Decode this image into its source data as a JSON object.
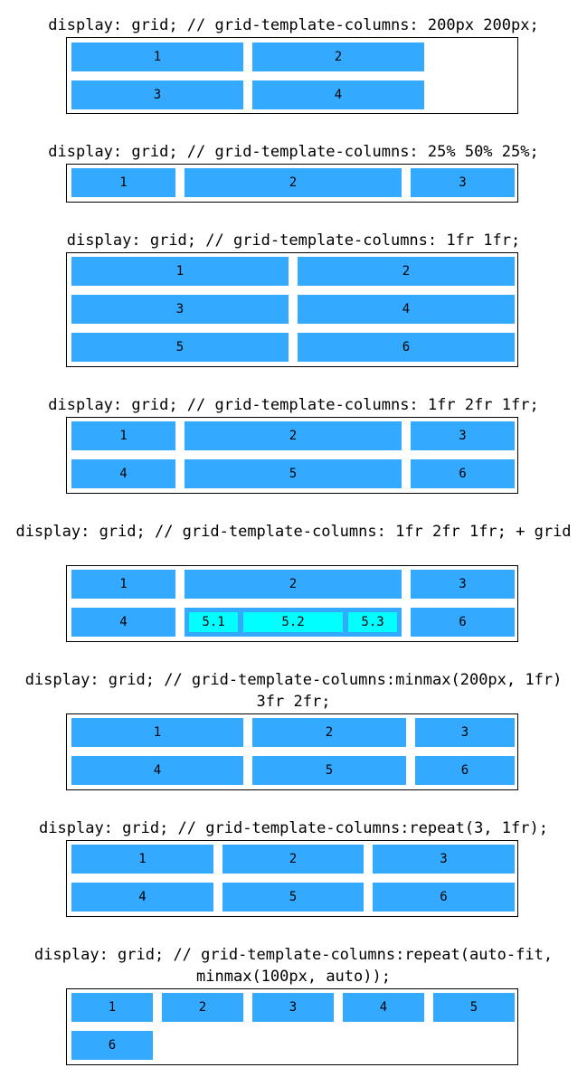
{
  "colors": {
    "item_bg": "#33aaff",
    "subitem_bg": "#00ffff",
    "border": "#000000",
    "text": "#000000"
  },
  "examples": [
    {
      "title": "display: grid; // grid-template-columns: 200px 200px;",
      "items": [
        "1",
        "2",
        "3",
        "4"
      ]
    },
    {
      "title": "display: grid; // grid-template-columns: 25% 50% 25%;",
      "items": [
        "1",
        "2",
        "3"
      ]
    },
    {
      "title": "display: grid; // grid-template-columns: 1fr 1fr;",
      "items": [
        "1",
        "2",
        "3",
        "4",
        "5",
        "6"
      ]
    },
    {
      "title": "display: grid; // grid-template-columns: 1fr 2fr 1fr;",
      "items": [
        "1",
        "2",
        "3",
        "4",
        "5",
        "6"
      ]
    },
    {
      "title": "display: grid; // grid-template-columns: 1fr 2fr 1fr; + grid",
      "items": [
        "1",
        "2",
        "3",
        "4",
        "6"
      ],
      "nested_items": [
        "5.1",
        "5.2",
        "5.3"
      ]
    },
    {
      "title": "display: grid; // grid-template-columns:minmax(200px, 1fr) 3fr 2fr;",
      "items": [
        "1",
        "2",
        "3",
        "4",
        "5",
        "6"
      ]
    },
    {
      "title": "display: grid; // grid-template-columns:repeat(3, 1fr);",
      "items": [
        "1",
        "2",
        "3",
        "4",
        "5",
        "6"
      ]
    },
    {
      "title": "display: grid; // grid-template-columns:repeat(auto-fit, minmax(100px, auto));",
      "items": [
        "1",
        "2",
        "3",
        "4",
        "5",
        "6"
      ]
    }
  ]
}
